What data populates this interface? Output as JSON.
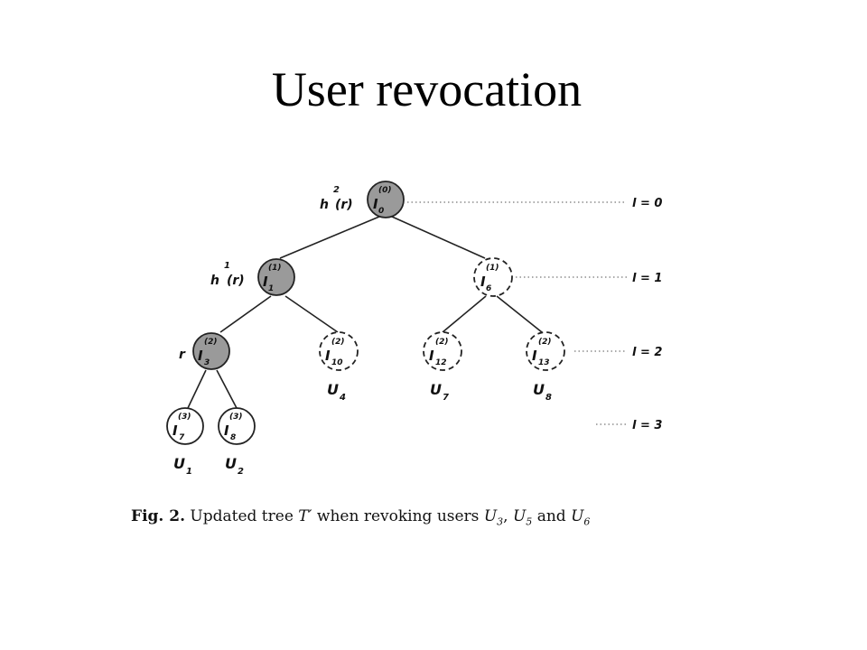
{
  "title": "User revocation",
  "nodes": {
    "I0": {
      "main": "I",
      "sub": "0",
      "sup": "(0)",
      "side": "h",
      "side_sup": "2",
      "side_rest": "(r)"
    },
    "I1": {
      "main": "I",
      "sub": "1",
      "sup": "(1)",
      "side": "h",
      "side_sup": "1",
      "side_rest": "(r)"
    },
    "I6": {
      "main": "I",
      "sub": "6",
      "sup": "(1)"
    },
    "I3": {
      "main": "I",
      "sub": "3",
      "sup": "(2)",
      "side": "r"
    },
    "I10": {
      "main": "I",
      "sub": "10",
      "sup": "(2)"
    },
    "I12": {
      "main": "I",
      "sub": "12",
      "sup": "(2)"
    },
    "I13": {
      "main": "I",
      "sub": "13",
      "sup": "(2)"
    },
    "I7": {
      "main": "I",
      "sub": "7",
      "sup": "(3)"
    },
    "I8": {
      "main": "I",
      "sub": "8",
      "sup": "(3)"
    }
  },
  "users": {
    "U4": {
      "main": "U",
      "sub": "4"
    },
    "U7": {
      "main": "U",
      "sub": "7"
    },
    "U8": {
      "main": "U",
      "sub": "8"
    },
    "U1": {
      "main": "U",
      "sub": "1"
    },
    "U2": {
      "main": "U",
      "sub": "2"
    }
  },
  "levels": [
    "l = 0",
    "l = 1",
    "l = 2",
    "l = 3"
  ],
  "caption": {
    "fig": "Fig. 2.",
    "text_a": "Updated tree",
    "tree_symbol": "T′",
    "text_b": "when revoking users",
    "u_main": "U",
    "u3": "3",
    "u5": "5",
    "u6": "6",
    "sep": ",",
    "and": "and"
  }
}
